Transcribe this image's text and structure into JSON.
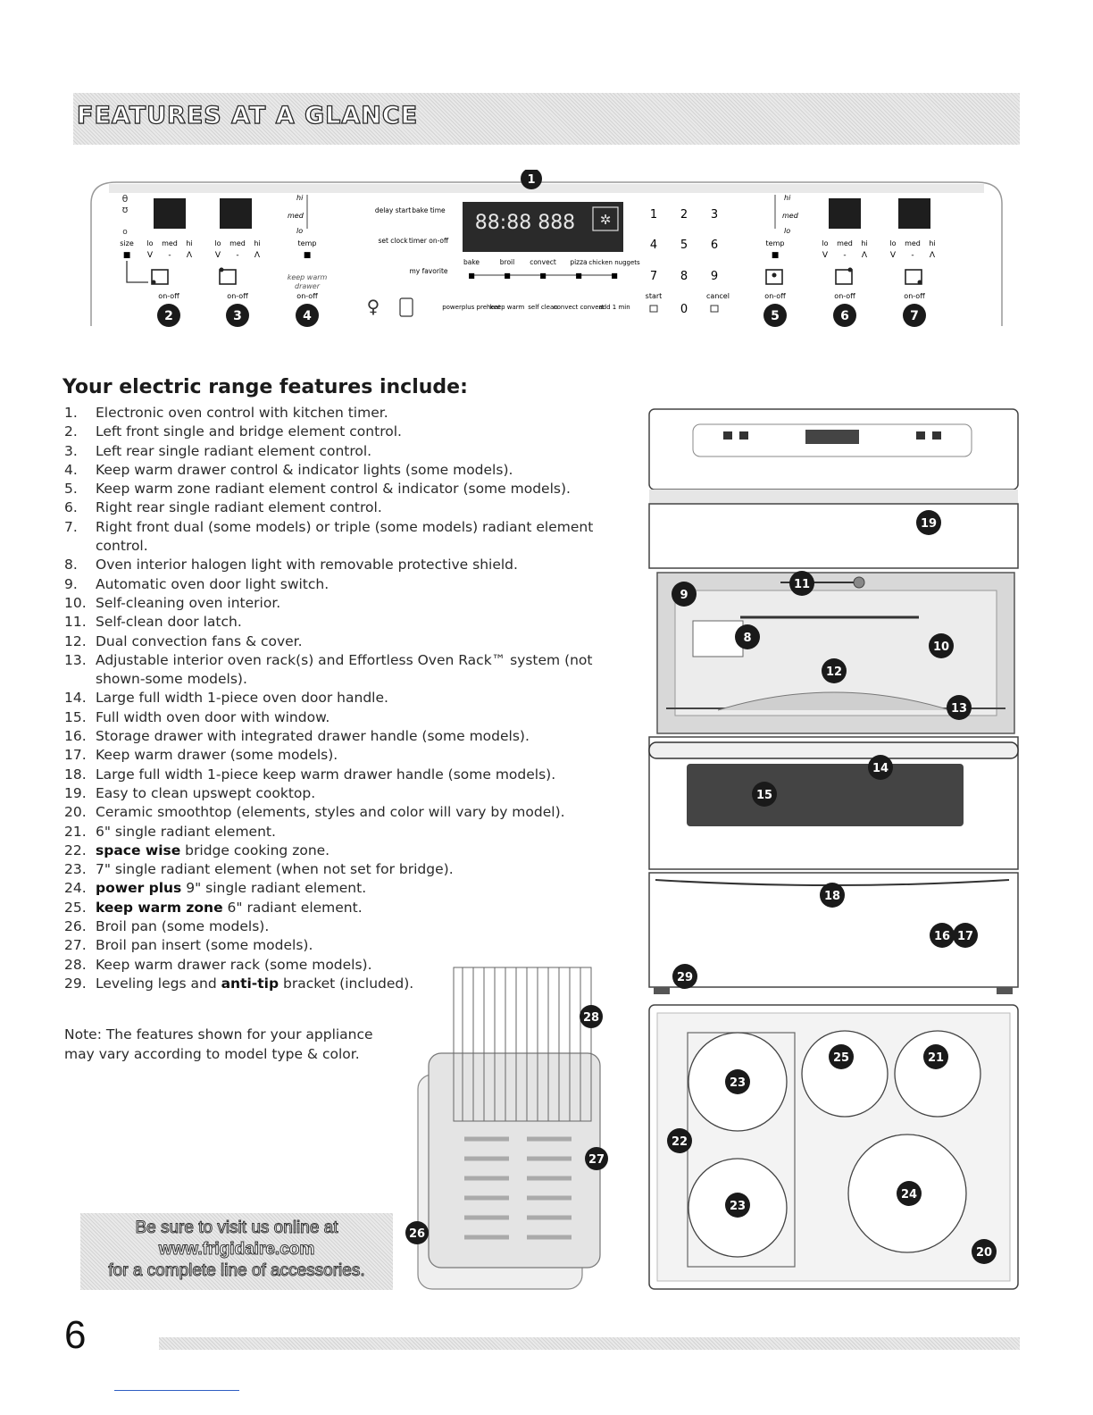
{
  "banner": {
    "title": "FEATURES AT A GLANCE"
  },
  "control_panel": {
    "left_controls": {
      "bridge_labels": [
        "size",
        "lo",
        "med",
        "hi",
        "lo",
        "med",
        "hi"
      ],
      "warm_labels": {
        "hi": "hi",
        "med": "med",
        "lo": "lo",
        "temp": "temp",
        "keep_warm": "keep warm",
        "drawer": "drawer"
      },
      "on_off": [
        "on-off",
        "on-off",
        "on-off"
      ]
    },
    "center": {
      "keys_left": [
        "delay start",
        "bake time",
        "set clock",
        "timer on-off",
        "my favorite"
      ],
      "display": "88:88 888",
      "modes": [
        "bake",
        "broil",
        "convect",
        "pizza",
        "chicken nuggets"
      ],
      "bottom_keys": [
        "powerplus preheat",
        "keep warm",
        "self clean",
        "convect convert",
        "add 1 min"
      ],
      "numbers": [
        "1",
        "2",
        "3",
        "4",
        "5",
        "6",
        "7",
        "8",
        "9",
        "0"
      ],
      "start": "start",
      "cancel": "cancel"
    },
    "right_controls": {
      "hi": "hi",
      "med": "med",
      "lo": "lo",
      "temp": "temp",
      "labels": [
        "lo",
        "med",
        "hi",
        "lo",
        "med",
        "hi"
      ],
      "on_off": [
        "on-off",
        "on-off",
        "on-off"
      ]
    },
    "callouts": [
      "1",
      "2",
      "3",
      "4",
      "5",
      "6",
      "7"
    ]
  },
  "features": {
    "heading": "Your electric range features include:",
    "items": [
      {
        "num": "1.",
        "text": "Electronic oven control with kitchen timer."
      },
      {
        "num": "2.",
        "text": "Left front single and bridge element control."
      },
      {
        "num": "3.",
        "text": "Left rear single radiant element control."
      },
      {
        "num": "4.",
        "text": "Keep warm drawer control & indicator lights (some models)."
      },
      {
        "num": "5.",
        "text": "Keep warm zone radiant element control & indicator (some models)."
      },
      {
        "num": "6.",
        "text": "Right rear single radiant element control."
      },
      {
        "num": "7.",
        "text": "Right front dual (some models) or triple (some models) radiant element control."
      },
      {
        "num": "8.",
        "text": "Oven interior halogen light with removable protective shield."
      },
      {
        "num": "9.",
        "text": "Automatic oven door light switch."
      },
      {
        "num": "10.",
        "text": "Self-cleaning oven interior."
      },
      {
        "num": "11.",
        "text": "Self-clean door latch."
      },
      {
        "num": "12.",
        "text": "Dual convection fans & cover."
      },
      {
        "num": "13.",
        "text": "Adjustable interior oven rack(s) and Effortless Oven Rack™ system (not shown-some models)."
      },
      {
        "num": "14.",
        "text": "Large full width 1-piece oven door handle."
      },
      {
        "num": "15.",
        "text": "Full width oven door with window."
      },
      {
        "num": "16.",
        "text": "Storage drawer with integrated drawer handle (some models)."
      },
      {
        "num": "17.",
        "text": "Keep warm drawer (some models)."
      },
      {
        "num": "18.",
        "text": "Large full width 1-piece keep warm drawer handle (some models)."
      },
      {
        "num": "19.",
        "text": "Easy to clean upswept cooktop."
      },
      {
        "num": "20.",
        "text": "Ceramic smoothtop (elements, styles and color will vary by model)."
      },
      {
        "num": "21.",
        "text": "6\" single radiant element."
      },
      {
        "num": "22.",
        "bold": "space wise",
        "text": " bridge cooking zone."
      },
      {
        "num": "23.",
        "text": "7\" single radiant element (when not set for bridge)."
      },
      {
        "num": "24.",
        "bold": "power plus",
        "text": " 9\" single radiant element."
      },
      {
        "num": "25.",
        "bold": "keep warm zone",
        "text": " 6\" radiant element."
      },
      {
        "num": "26.",
        "text": "Broil pan (some models)."
      },
      {
        "num": "27.",
        "text": "Broil pan insert (some models)."
      },
      {
        "num": "28.",
        "text": "Keep warm drawer rack (some models)."
      },
      {
        "num": "29.",
        "text": "Leveling legs and ",
        "bold2": "anti-tip",
        "text2": " bracket (included)."
      }
    ]
  },
  "note": "Note: The features shown for your appliance may vary according to model type & color.",
  "promo": {
    "line1": "Be sure to visit us online at",
    "url": "www.frigidaire.com",
    "line3": "for a complete line of accessories."
  },
  "range_callouts": [
    "19",
    "11",
    "9",
    "8",
    "10",
    "12",
    "13",
    "14",
    "15",
    "18",
    "16",
    "17",
    "29"
  ],
  "cooktop_callouts": [
    "23",
    "25",
    "21",
    "22",
    "23",
    "24",
    "20"
  ],
  "accessory_callouts": [
    "28",
    "27",
    "26"
  ],
  "page_number": "6"
}
